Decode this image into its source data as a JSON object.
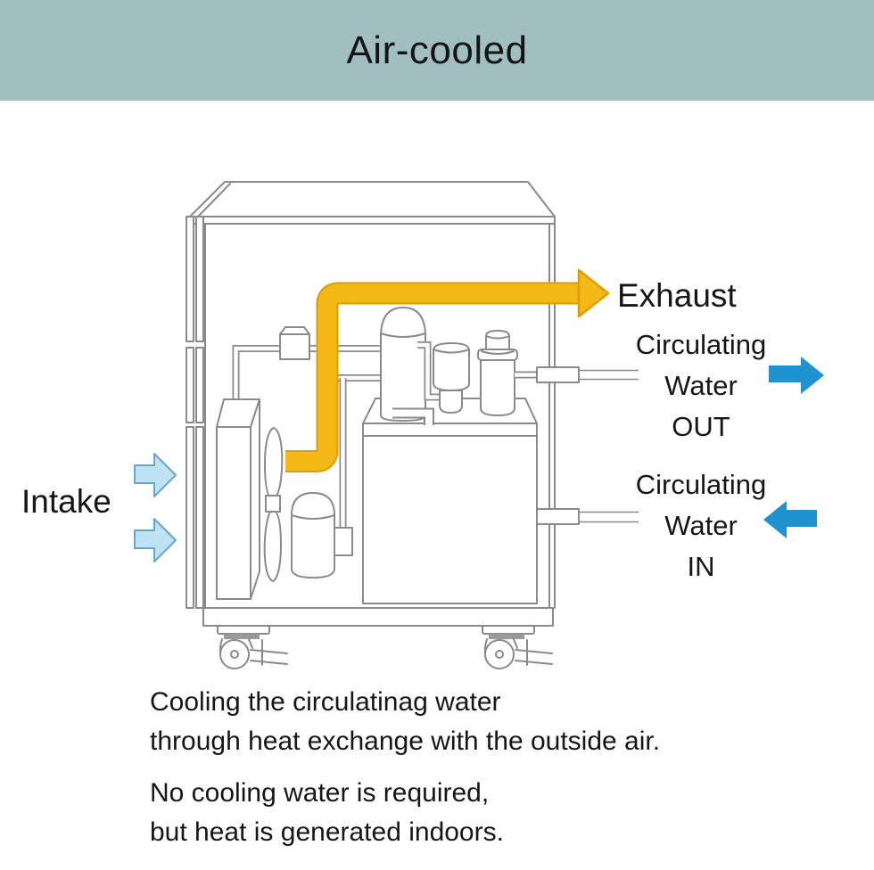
{
  "header": {
    "title": "Air-cooled",
    "background": "#a1bfc0"
  },
  "diagram": {
    "labels": {
      "intake": "Intake",
      "exhaust": "Exhaust",
      "circulating_out": {
        "line1": "Circulating",
        "line2": "Water",
        "line3": "OUT"
      },
      "circulating_in": {
        "line1": "Circulating",
        "line2": "Water",
        "line3": "IN"
      }
    },
    "colors": {
      "exhaust_yellow": "#f5b917",
      "exhaust_border": "#d8a004",
      "water_blue": "#1e93cf",
      "intake_fill": "#bfe2f5",
      "intake_border": "#6aa4c8",
      "line_gray": "#8a8a8a",
      "header_bg": "#a1bfc0"
    }
  },
  "captions": {
    "p1_line1": "Cooling the circulatinag water",
    "p1_line2": "through heat exchange with the outside air.",
    "p2_line1": "No cooling water is required,",
    "p2_line2": "but heat is generated indoors."
  }
}
